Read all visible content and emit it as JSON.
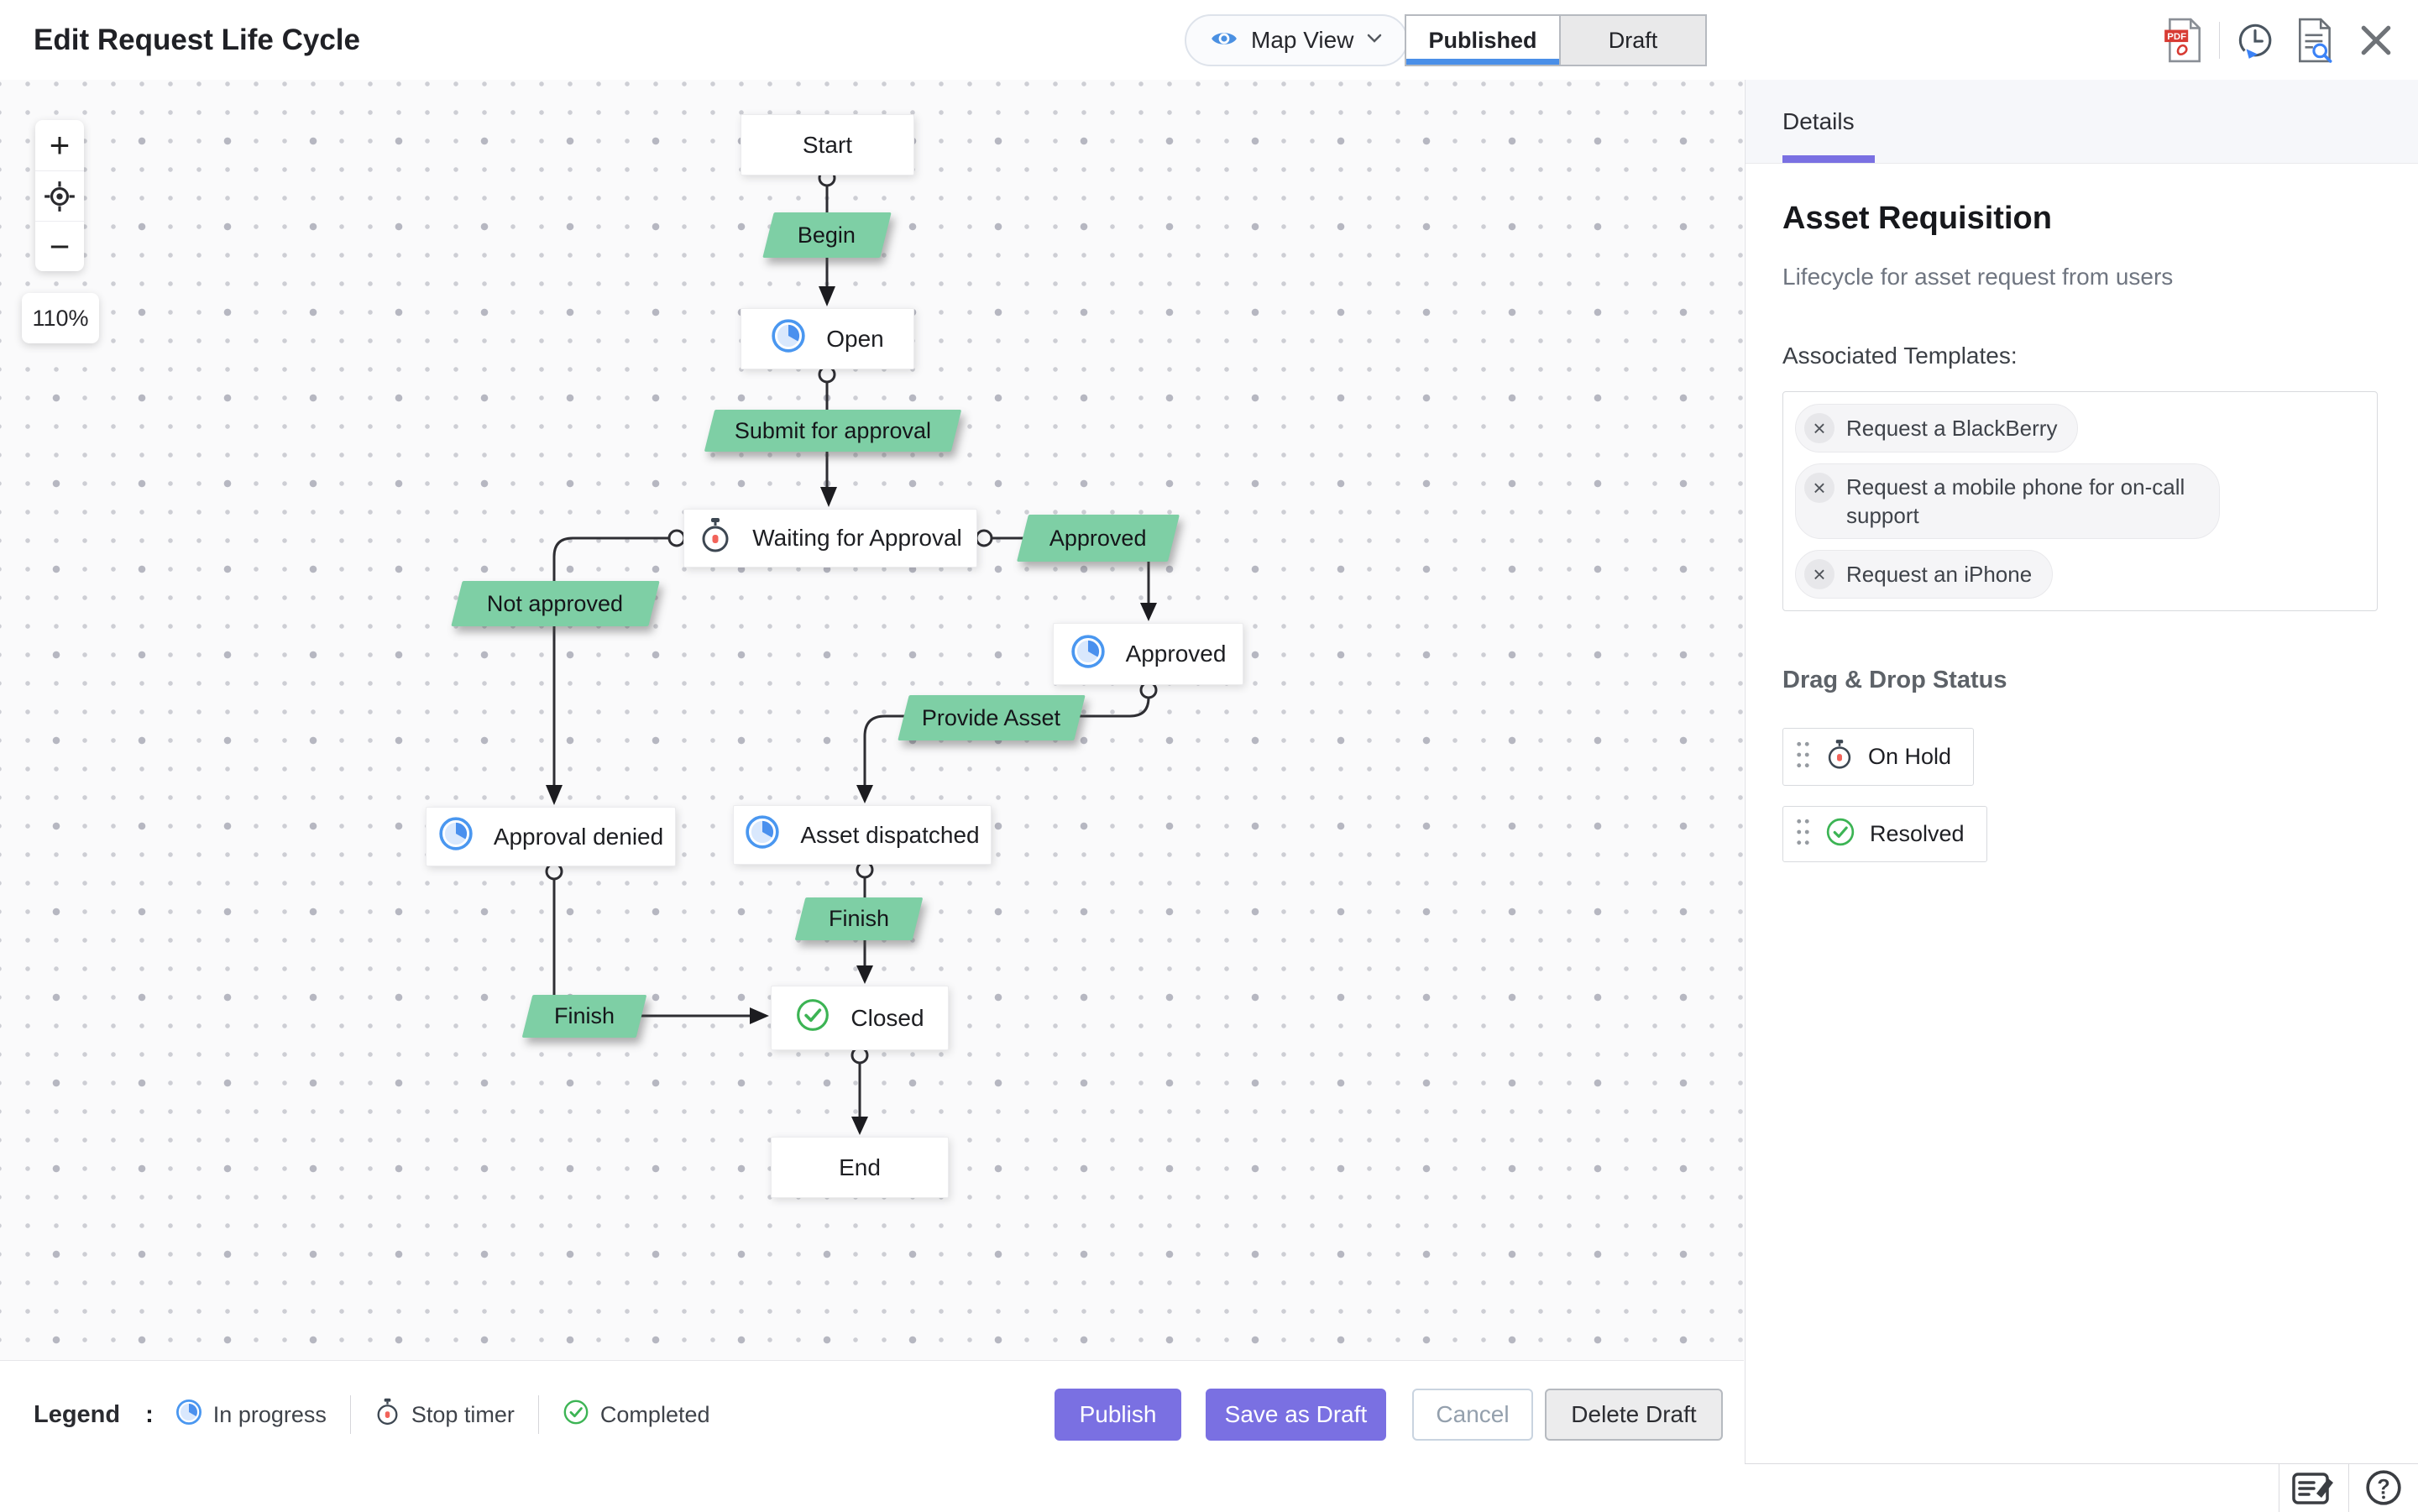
{
  "header": {
    "title": "Edit Request Life Cycle",
    "view_selector": {
      "label": "Map View"
    },
    "tabs": {
      "published": "Published",
      "draft": "Draft"
    },
    "active_tab": "Published"
  },
  "canvas": {
    "zoom_plus": "+",
    "zoom_minus": "−",
    "zoom_level": "110%",
    "nodes": [
      {
        "label": "Start",
        "icon": "none"
      },
      {
        "label": "Open",
        "icon": "in-progress"
      },
      {
        "label": "Waiting for Approval",
        "icon": "stop-timer"
      },
      {
        "label": "Approved",
        "icon": "in-progress"
      },
      {
        "label": "Approval denied",
        "icon": "in-progress"
      },
      {
        "label": "Asset dispatched",
        "icon": "in-progress"
      },
      {
        "label": "Closed",
        "icon": "completed"
      },
      {
        "label": "End",
        "icon": "none"
      }
    ],
    "transitions": [
      "Begin",
      "Submit for approval",
      "Approved",
      "Not approved",
      "Provide Asset",
      "Finish",
      "Finish"
    ]
  },
  "legend": {
    "caption": "Legend",
    "colon": ":",
    "items": [
      {
        "icon": "in-progress",
        "label": "In progress"
      },
      {
        "icon": "stop-timer",
        "label": "Stop timer"
      },
      {
        "icon": "completed",
        "label": "Completed"
      }
    ]
  },
  "footer_buttons": {
    "publish": "Publish",
    "save_as_draft": "Save as Draft",
    "cancel": "Cancel",
    "delete_draft": "Delete Draft"
  },
  "details_panel": {
    "tab": "Details",
    "title": "Asset Requisition",
    "subtitle": "Lifecycle for asset request from users",
    "associated_templates_label": "Associated Templates:",
    "templates": [
      "Request a BlackBerry",
      "Request a mobile phone for on-call support",
      "Request an iPhone"
    ],
    "remove_glyph": "×",
    "drag_drop_label": "Drag & Drop Status",
    "statuses": [
      {
        "icon": "stop-timer",
        "label": "On Hold"
      },
      {
        "icon": "completed",
        "label": "Resolved"
      }
    ],
    "help_glyph": "?"
  },
  "colors": {
    "accent_purple": "#7a70e2",
    "published_blue": "#4a8fe8",
    "transition_green": "#7ecfa5",
    "in_progress_blue": "#4a97f0",
    "completed_green": "#3cb454",
    "stop_timer_red": "#f2635a"
  }
}
